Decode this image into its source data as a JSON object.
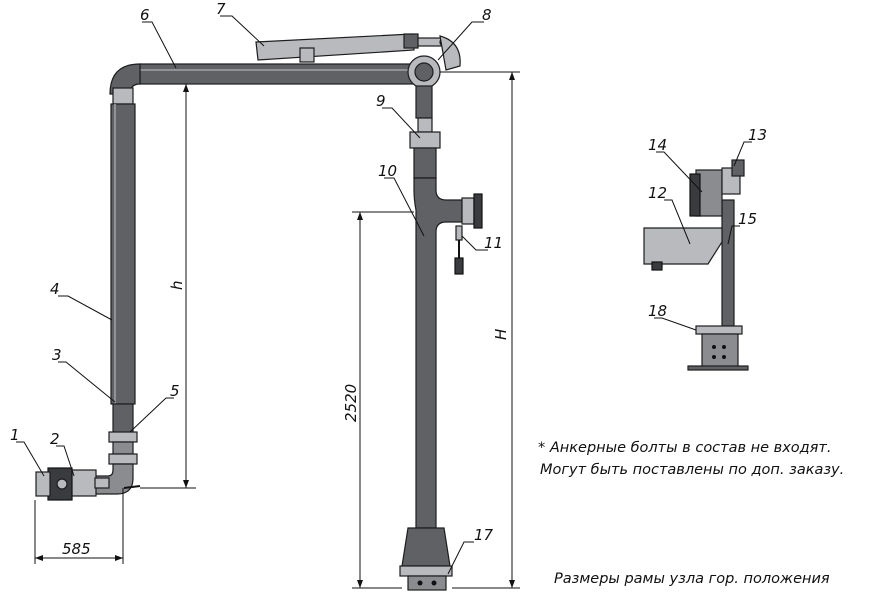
{
  "callouts": {
    "n1": "1",
    "n2": "2",
    "n3": "3",
    "n4": "4",
    "n5": "5",
    "n6": "6",
    "n7": "7",
    "n8": "8",
    "n9": "9",
    "n10": "10",
    "n11": "11",
    "n12": "12",
    "n13": "13",
    "n14": "14",
    "n15": "15",
    "n17": "17",
    "n18": "18"
  },
  "dimensions": {
    "reach": "585",
    "h": "h",
    "H": "H",
    "column": "2520"
  },
  "notes": {
    "line1": "* Анкерные болты в состав не входят.",
    "line2": "Могут быть поставлены по доп. заказу.",
    "frame_caption": "Размеры рамы узла гор. положения"
  },
  "colors": {
    "pipe": "#5f6165",
    "metal": "#b8babd",
    "line": "#111111"
  }
}
